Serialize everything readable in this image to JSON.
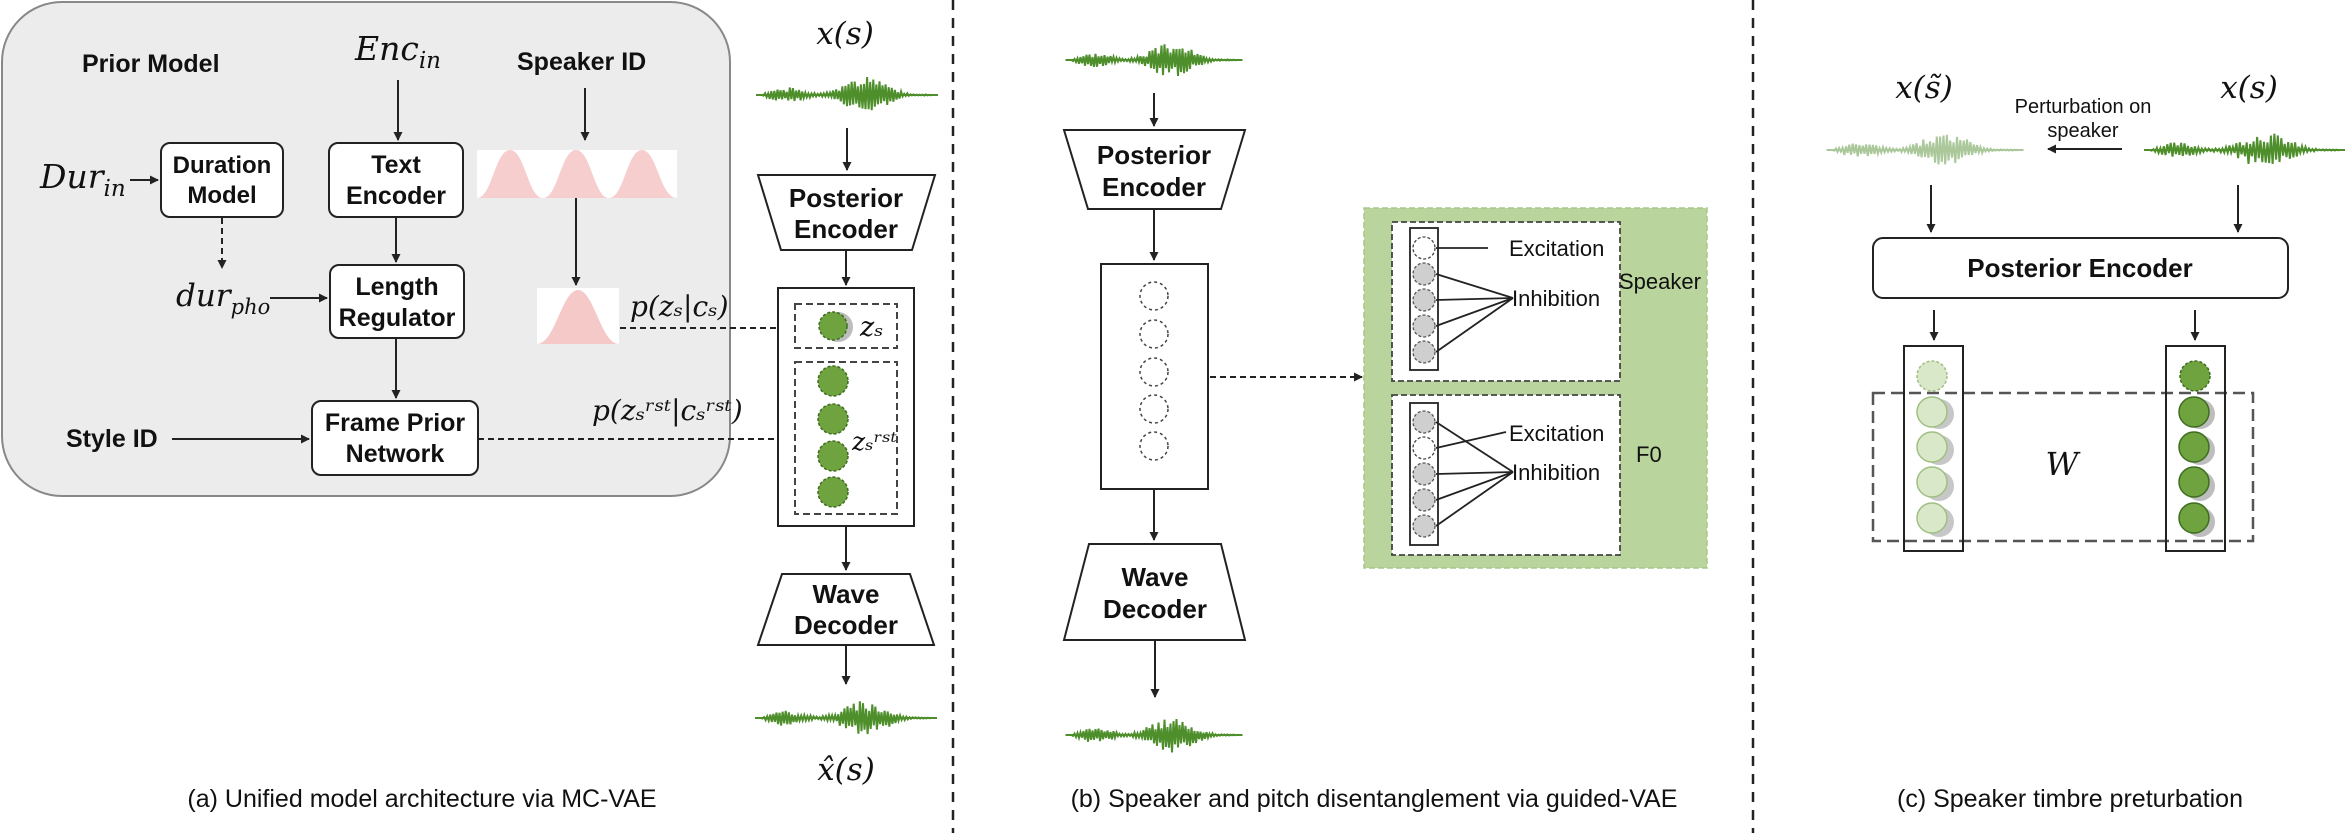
{
  "panel_a": {
    "prior_model_label": "Prior Model",
    "enc_in": "Enc",
    "enc_in_sub": "in",
    "speaker_id": "Speaker ID",
    "dur_in": "Dur",
    "dur_in_sub": "in",
    "duration_model_l1": "Duration",
    "duration_model_l2": "Model",
    "text_encoder_l1": "Text",
    "text_encoder_l2": "Encoder",
    "dur_pho": "dur",
    "dur_pho_sub": "pho",
    "length_regulator_l1": "Length",
    "length_regulator_l2": "Regulator",
    "style_id": "Style ID",
    "frame_prior_l1": "Frame Prior",
    "frame_prior_l2": "Network",
    "p_zs_cs": "p(zₛ|cₛ)",
    "p_zrst_crst": "p(zₛʳˢᵗ|cₛʳˢᵗ)",
    "x_s": "x(s)",
    "posterior_l1": "Posterior",
    "posterior_l2": "Encoder",
    "z_s": "zₛ",
    "z_rst": "zₛʳˢᵗ",
    "wave_decoder_l1": "Wave",
    "wave_decoder_l2": "Decoder",
    "x_hat_s": "x̂(s)",
    "caption": "(a) Unified model architecture via MC-VAE"
  },
  "panel_b": {
    "posterior_l1": "Posterior",
    "posterior_l2": "Encoder",
    "wave_decoder_l1": "Wave",
    "wave_decoder_l2": "Decoder",
    "excitation_1": "Excitation",
    "inhibition_1": "Inhibition",
    "speaker": "Speaker",
    "excitation_2": "Excitation",
    "inhibition_2": "Inhibition",
    "f0": "F0",
    "caption": "(b) Speaker and pitch disentanglement via guided-VAE"
  },
  "panel_c": {
    "x_tilde_s": "x(s̃)",
    "x_s": "x(s)",
    "perturbation_l1": "Perturbation on",
    "perturbation_l2": "speaker",
    "posterior_encoder": "Posterior Encoder",
    "w": "W",
    "caption": "(c) Speaker timbre preturbation"
  },
  "colors": {
    "waveform_green": "#4e8f2c",
    "node_green": "#6fa33f",
    "panel_green": "#b9d49c",
    "prior_box": "#ececec",
    "gaussian_pink": "#f6c9c9"
  }
}
